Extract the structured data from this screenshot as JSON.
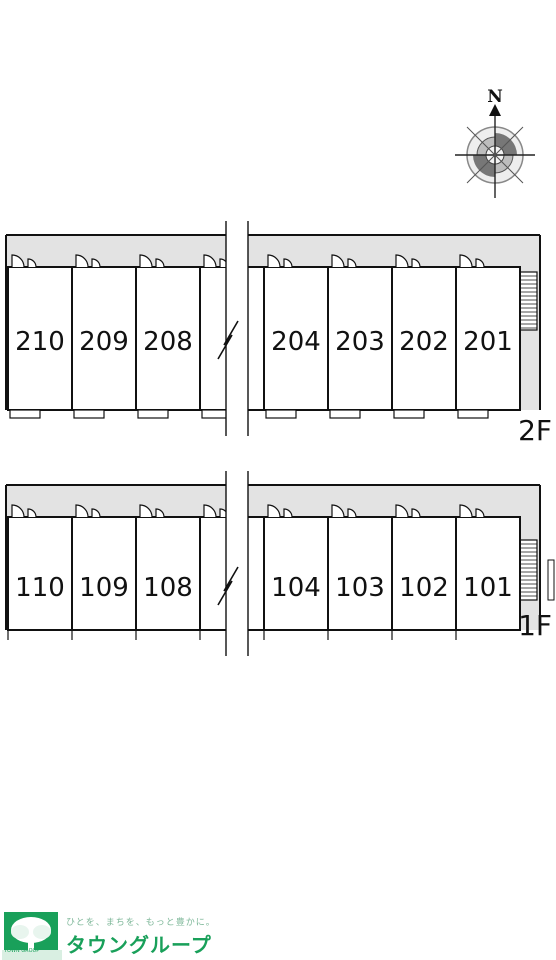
{
  "compass": {
    "north_label": "N"
  },
  "floors": [
    {
      "id": "2F",
      "label": "2F",
      "left_units": [
        "210",
        "209",
        "208"
      ],
      "right_units": [
        "204",
        "203",
        "202",
        "201"
      ]
    },
    {
      "id": "1F",
      "label": "1F",
      "left_units": [
        "110",
        "109",
        "108"
      ],
      "right_units": [
        "104",
        "103",
        "102",
        "101"
      ]
    }
  ],
  "logo": {
    "tagline": "ひとを、まちを、もっと豊かに。",
    "name": "タウングループ",
    "sub": "TOWN GROUP"
  },
  "colors": {
    "corridor": "#e3e3e3",
    "line": "#111111",
    "compass_gray": "#888888",
    "logo_green": "#19a05a"
  }
}
